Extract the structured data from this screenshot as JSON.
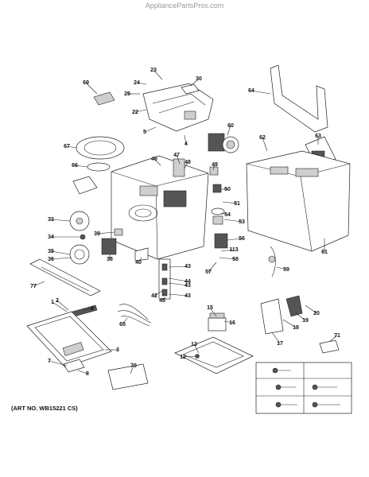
{
  "site": "AppliancePartsPros.com",
  "art_number": "(ART NO. WB15221 CS)",
  "callouts": [
    "1",
    "2",
    "3",
    "4",
    "5",
    "7",
    "8",
    "9",
    "12",
    "13",
    "15",
    "16",
    "17",
    "18",
    "19",
    "20",
    "22",
    "23",
    "24",
    "25",
    "30",
    "33",
    "34",
    "35",
    "36",
    "38",
    "39",
    "40",
    "42",
    "43",
    "43",
    "43",
    "44",
    "45",
    "46",
    "47",
    "48",
    "49",
    "50",
    "51",
    "53",
    "54",
    "56",
    "57",
    "58",
    "59",
    "60",
    "61",
    "62",
    "63",
    "64",
    "65",
    "66",
    "67",
    "69",
    "70",
    "71",
    "77",
    "113"
  ]
}
